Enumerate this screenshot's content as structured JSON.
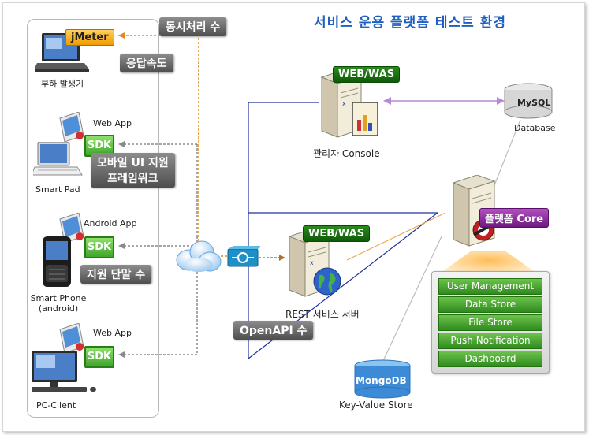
{
  "title": "서비스 운용 플랫폼 테스트 환경",
  "colors": {
    "title": "#1f5fbf",
    "tag_gray": "#5e5e5e",
    "tag_green": "#1b6f10",
    "sdk_green": "#4cb134",
    "jmeter_orange": "#f0a000",
    "core_purple": "#8a2a9c",
    "line_blue": "#2030a0",
    "line_orange": "#e8a040",
    "line_gray": "#999999",
    "line_purple": "#b48ad8"
  },
  "tags": {
    "concurrency": "동시처리 수",
    "response_speed": "응답속도",
    "mobile_ui": "모바일 UI 지원",
    "mobile_ui_2": "프레임워크",
    "device_support": "지원 단말 수",
    "openapi": "OpenAPI 수"
  },
  "clients": {
    "load_gen": {
      "badge": "jMeter",
      "label": "부하 발생기"
    },
    "smart_pad": {
      "app": "Web App",
      "sdk": "SDK",
      "label": "Smart Pad"
    },
    "smart_phone": {
      "app": "Android App",
      "sdk": "SDK",
      "label_1": "Smart Phone",
      "label_2": "(android)"
    },
    "pc_client": {
      "app": "Web App",
      "sdk": "SDK",
      "label": "PC-Client"
    }
  },
  "servers": {
    "admin": {
      "tag": "WEB/WAS",
      "label": "관리자 Console"
    },
    "rest": {
      "tag": "WEB/WAS",
      "label": "REST 서비스 서버"
    },
    "core": {
      "tag": "플랫폼 Core"
    }
  },
  "databases": {
    "mysql": {
      "name": "MySQL",
      "label": "Database"
    },
    "mongodb": {
      "name": "MongoDB",
      "label": "Key-Value Store"
    }
  },
  "core_modules": [
    "User Management",
    "Data Store",
    "File Store",
    "Push Notification",
    "Dashboard"
  ],
  "icons": [
    "laptop-icon",
    "tablet-icon",
    "smartphone-icon",
    "monitor-icon",
    "server-icon",
    "database-icon",
    "cloud-icon",
    "switch-icon",
    "globe-icon",
    "document-icon",
    "app-window-icon"
  ]
}
